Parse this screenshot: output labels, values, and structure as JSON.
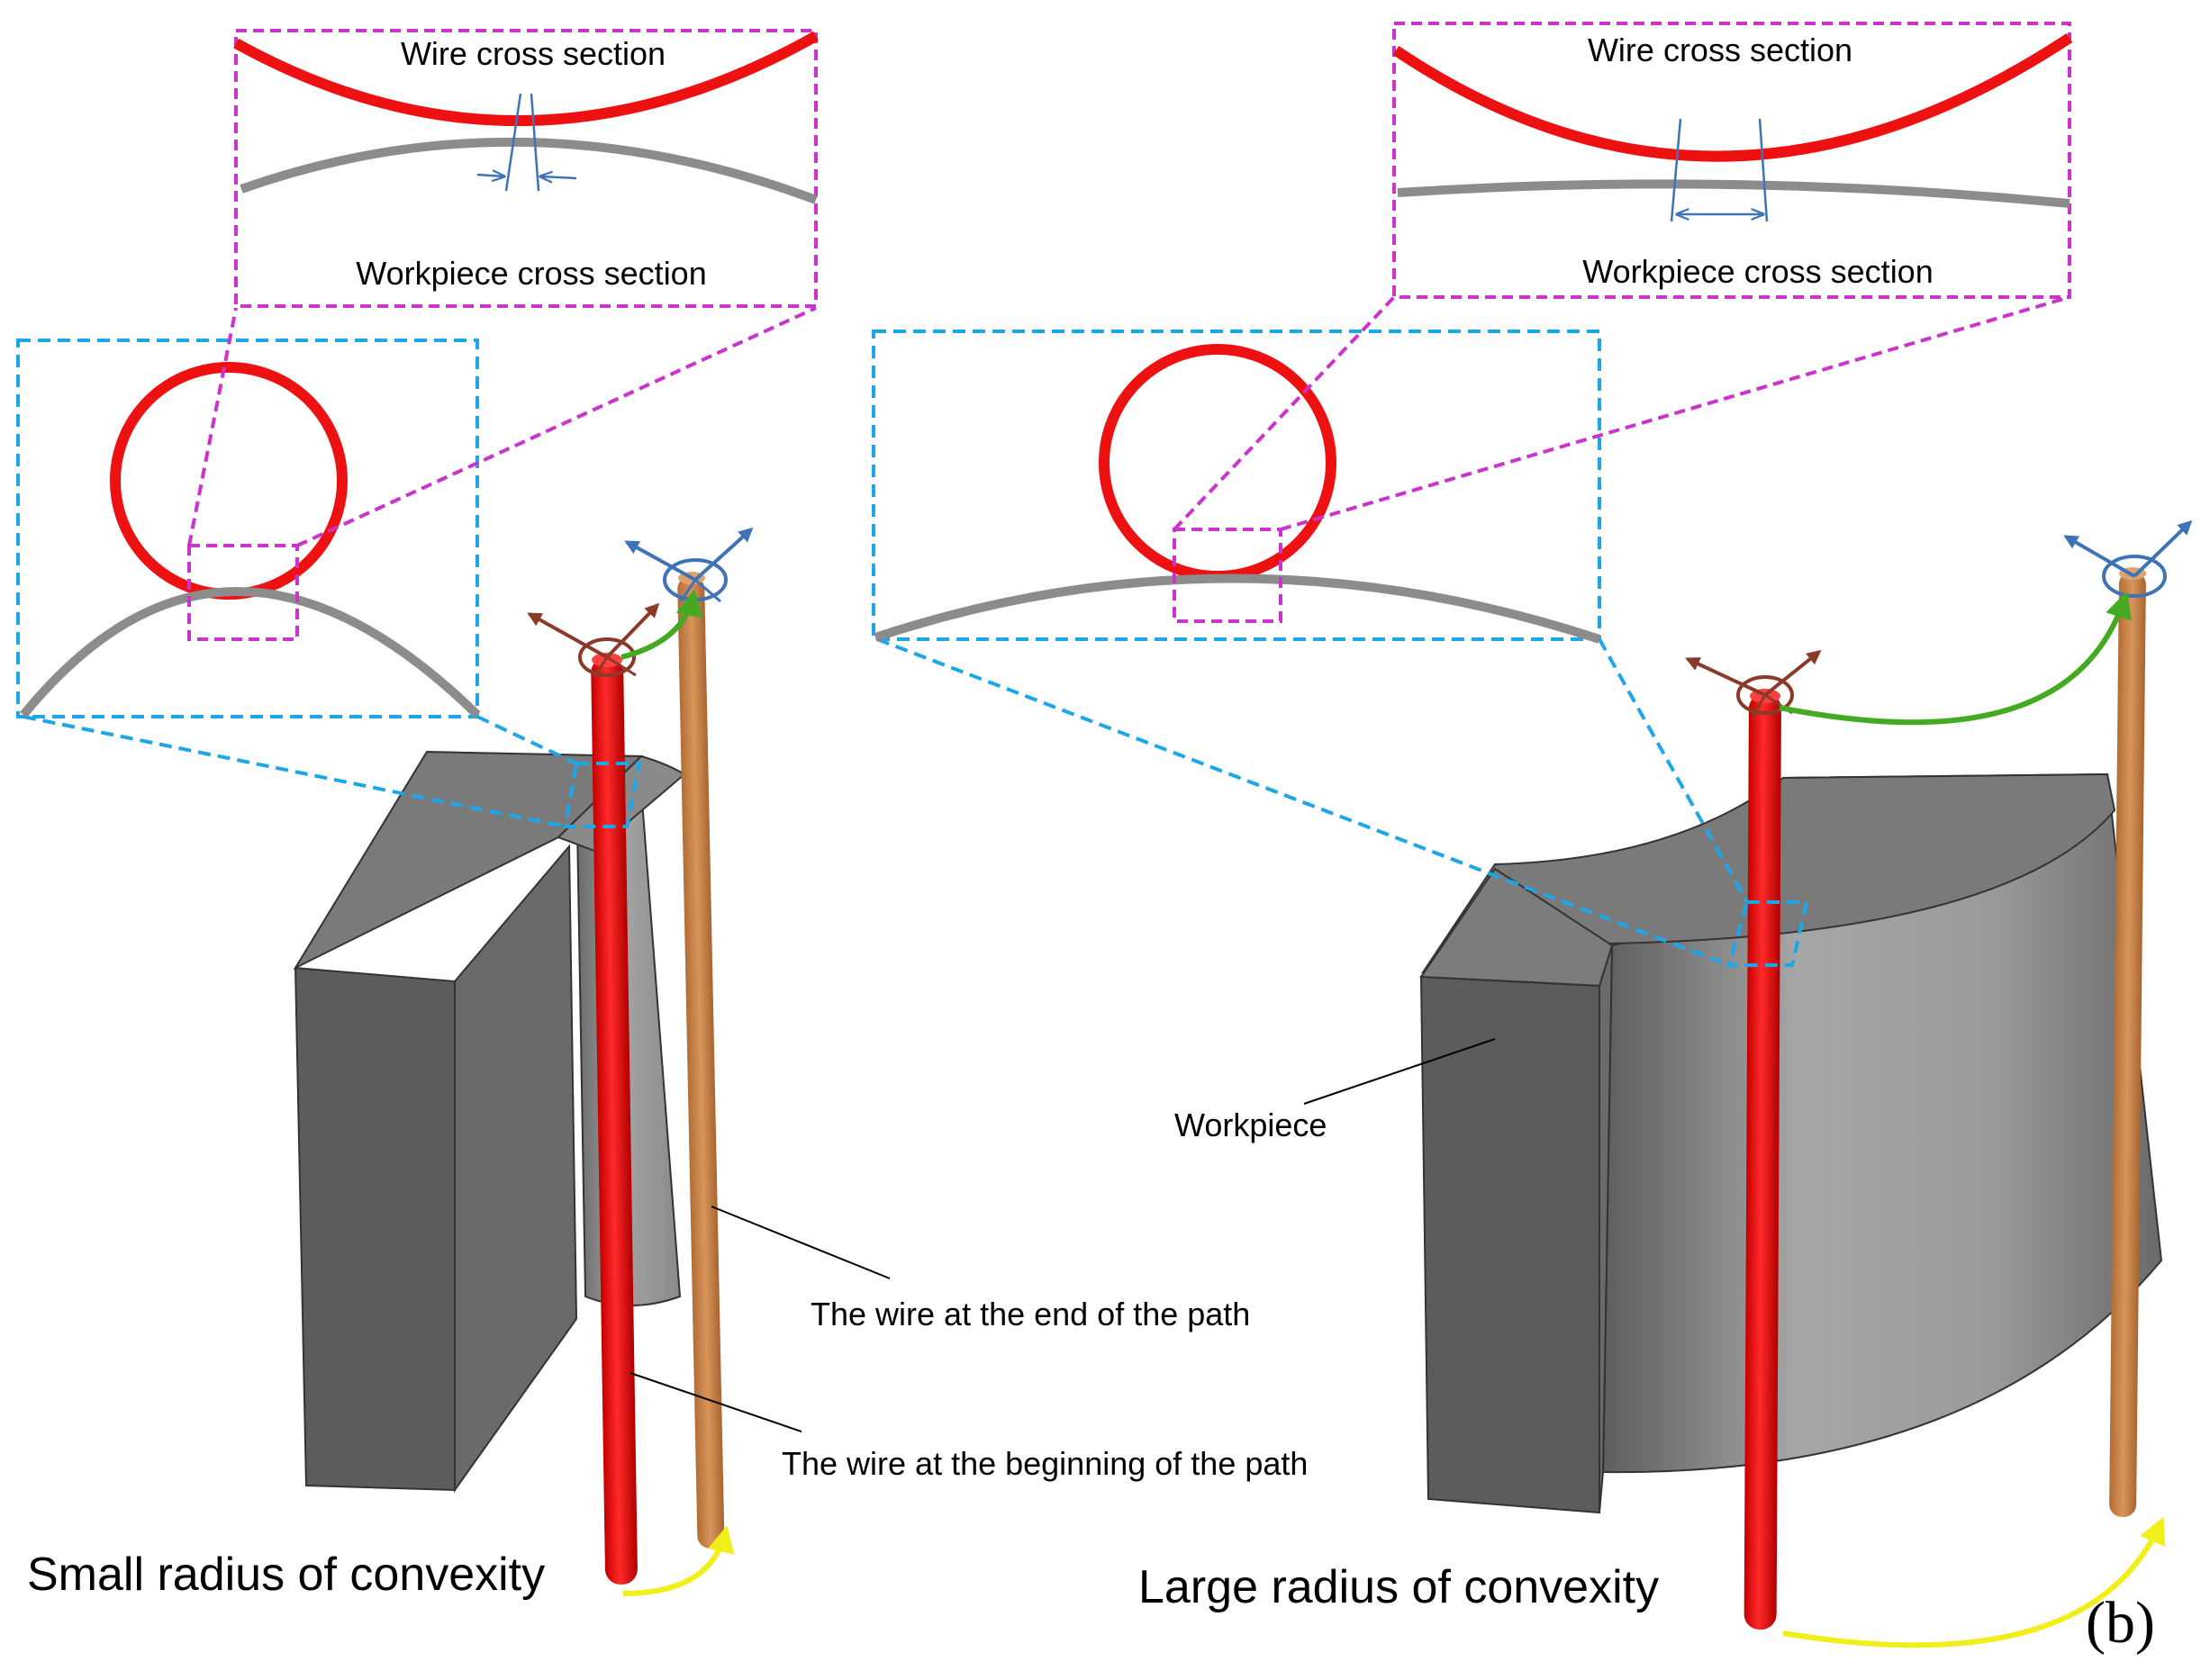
{
  "left_panel": {
    "inset_top_label": "Wire cross section",
    "inset_bottom_label": "Workpiece cross section",
    "wire_end_label": "The wire at the end of the path",
    "wire_begin_label": "The wire at the beginning of the path",
    "caption": "Small radius of convexity"
  },
  "right_panel": {
    "inset_top_label": "Wire cross section",
    "inset_bottom_label": "Workpiece cross section",
    "workpiece_label": "Workpiece",
    "caption": "Large radius of convexity",
    "panel_tag": "(b)"
  },
  "colors": {
    "wire_start": "#ee1111",
    "wire_end": "#c98545",
    "workpiece_dark": "#5c5c5c",
    "cross_section_gray": "#8c8c8c",
    "zoom_box_cyan": "#1ea7e8",
    "zoom_box_magenta": "#cc33cc",
    "path_arrow_green": "#44aa22",
    "motion_arrow_yellow": "#f2ee1a",
    "axis_red": "#8b3a2a",
    "axis_blue": "#3f73b8"
  }
}
